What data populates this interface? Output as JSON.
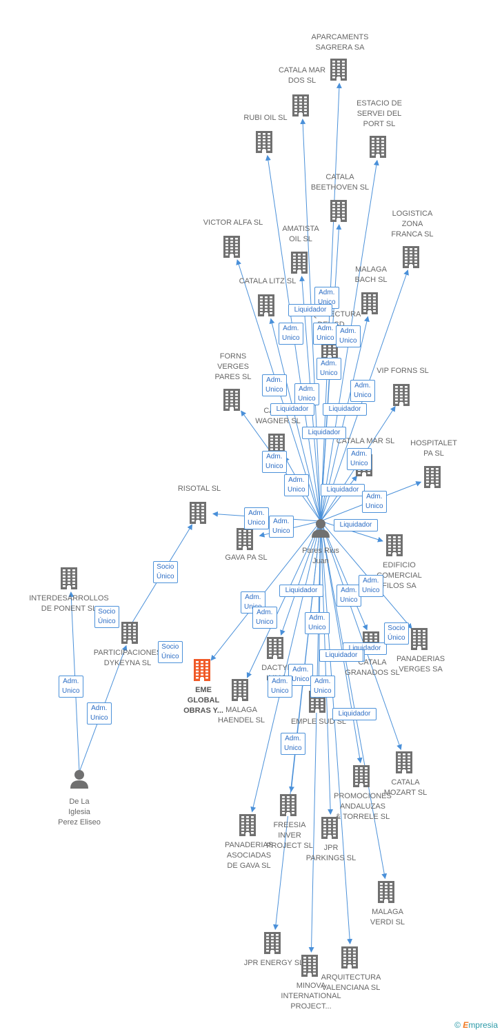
{
  "colors": {
    "edge": "#4a90d9",
    "building": "#707070",
    "focus": "#f05a28",
    "person": "#707070"
  },
  "nodes": [
    {
      "id": "pares",
      "label": "Pares Rius\nJuan",
      "kind": "person"
    },
    {
      "id": "delaiglesia",
      "label": "De La\nIglesia\nPerez Eliseo",
      "kind": "person"
    },
    {
      "id": "eme",
      "label": "EME\nGLOBAL\nOBRAS Y...",
      "kind": "focus"
    },
    {
      "id": "aparcaments",
      "label": "APARCAMENTS\nSAGRERA SA",
      "kind": "company"
    },
    {
      "id": "catalamardos",
      "label": "CATALA MAR\nDOS SL",
      "kind": "company"
    },
    {
      "id": "estacio",
      "label": "ESTACIO DE\nSERVEI DEL\nPORT  SL",
      "kind": "company"
    },
    {
      "id": "rubioil",
      "label": "RUBI OIL SL",
      "kind": "company"
    },
    {
      "id": "beethoven",
      "label": "CATALA\nBEETHOVEN SL",
      "kind": "company"
    },
    {
      "id": "logistica",
      "label": "LOGISTICA\nZONA\nFRANCA SL",
      "kind": "company"
    },
    {
      "id": "victoralfa",
      "label": "VICTOR ALFA SL",
      "kind": "company"
    },
    {
      "id": "amatista",
      "label": "AMATISTA\nOIL SL",
      "kind": "company"
    },
    {
      "id": "malagabach",
      "label": "MALAGA\nBACH SL",
      "kind": "company"
    },
    {
      "id": "catalalitz",
      "label": "CATALA LITZ SL",
      "kind": "company"
    },
    {
      "id": "arqsd",
      "label": "ARQUITECTURA\nDEL SD",
      "kind": "company"
    },
    {
      "id": "forns",
      "label": "FORNS\nVERGES\nPARES SL",
      "kind": "company"
    },
    {
      "id": "vipforns",
      "label": "VIP FORNS  SL",
      "kind": "company"
    },
    {
      "id": "wagner",
      "label": "CATALA\nWAGNER SL",
      "kind": "company"
    },
    {
      "id": "catalamar",
      "label": "CATALA MAR SL",
      "kind": "company"
    },
    {
      "id": "hospitalet",
      "label": "HOSPITALET\nPA  SL",
      "kind": "company"
    },
    {
      "id": "risotal",
      "label": "RISOTAL SL",
      "kind": "company"
    },
    {
      "id": "gavapa",
      "label": "GAVA PA  SL",
      "kind": "company"
    },
    {
      "id": "edificio",
      "label": "EDIFICIO\nCOMERCIAL\nFILOS SA",
      "kind": "company"
    },
    {
      "id": "interdes",
      "label": "INTERDESARROLLOS\nDE PONENT SL",
      "kind": "company"
    },
    {
      "id": "particip",
      "label": "PARTICIPACIONES\nDYKEYNA SL",
      "kind": "company"
    },
    {
      "id": "panverges",
      "label": "PANADERIAS\nVERGES SA",
      "kind": "company"
    },
    {
      "id": "dactyl",
      "label": "DACTYL\nIMMO",
      "kind": "company"
    },
    {
      "id": "granados",
      "label": "CATALA\nGRANADOS SL",
      "kind": "company"
    },
    {
      "id": "haendel",
      "label": "MALAGA\nHAENDEL SL",
      "kind": "company"
    },
    {
      "id": "emplesud",
      "label": "EMPLE SUD SL",
      "kind": "company"
    },
    {
      "id": "mozart",
      "label": "CATALA\nMOZART SL",
      "kind": "company"
    },
    {
      "id": "promociones",
      "label": "PROMOCIONES\nANDALUZAS\n& TORRELE SL",
      "kind": "company"
    },
    {
      "id": "freesia",
      "label": "FREESIA\nINVER\nPROJECT SL",
      "kind": "company"
    },
    {
      "id": "panasoc",
      "label": "PANADERIAS\nASOCIADAS\nDE GAVA  SL",
      "kind": "company"
    },
    {
      "id": "jprpark",
      "label": "JPR\nPARKINGS SL",
      "kind": "company"
    },
    {
      "id": "verdi",
      "label": "MALAGA\nVERDI SL",
      "kind": "company"
    },
    {
      "id": "jprenergy",
      "label": "JPR ENERGY SL",
      "kind": "company"
    },
    {
      "id": "minova",
      "label": "MINOVA\nINTERNATIONAL\nPROJECT...",
      "kind": "company"
    },
    {
      "id": "arqval",
      "label": "ARQUITECTURA\nVALENCIANA SL",
      "kind": "company"
    }
  ],
  "edges": [
    {
      "from": "pares",
      "to": "aparcaments"
    },
    {
      "from": "pares",
      "to": "catalamardos"
    },
    {
      "from": "pares",
      "to": "estacio"
    },
    {
      "from": "pares",
      "to": "rubioil"
    },
    {
      "from": "pares",
      "to": "beethoven"
    },
    {
      "from": "pares",
      "to": "logistica"
    },
    {
      "from": "pares",
      "to": "victoralfa"
    },
    {
      "from": "pares",
      "to": "amatista"
    },
    {
      "from": "pares",
      "to": "malagabach"
    },
    {
      "from": "pares",
      "to": "catalalitz"
    },
    {
      "from": "pares",
      "to": "arqsd"
    },
    {
      "from": "pares",
      "to": "forns"
    },
    {
      "from": "pares",
      "to": "vipforns"
    },
    {
      "from": "pares",
      "to": "wagner"
    },
    {
      "from": "pares",
      "to": "catalamar"
    },
    {
      "from": "pares",
      "to": "hospitalet"
    },
    {
      "from": "pares",
      "to": "risotal"
    },
    {
      "from": "pares",
      "to": "gavapa"
    },
    {
      "from": "pares",
      "to": "edificio"
    },
    {
      "from": "pares",
      "to": "eme"
    },
    {
      "from": "pares",
      "to": "panverges"
    },
    {
      "from": "pares",
      "to": "dactyl"
    },
    {
      "from": "pares",
      "to": "granados"
    },
    {
      "from": "pares",
      "to": "haendel"
    },
    {
      "from": "pares",
      "to": "emplesud"
    },
    {
      "from": "pares",
      "to": "mozart"
    },
    {
      "from": "pares",
      "to": "promociones"
    },
    {
      "from": "pares",
      "to": "freesia"
    },
    {
      "from": "pares",
      "to": "panasoc"
    },
    {
      "from": "pares",
      "to": "jprpark"
    },
    {
      "from": "pares",
      "to": "verdi"
    },
    {
      "from": "pares",
      "to": "jprenergy"
    },
    {
      "from": "pares",
      "to": "minova"
    },
    {
      "from": "pares",
      "to": "arqval"
    },
    {
      "from": "delaiglesia",
      "to": "interdes"
    },
    {
      "from": "delaiglesia",
      "to": "particip"
    },
    {
      "from": "particip",
      "to": "risotal"
    }
  ],
  "tags": [
    {
      "text": "Adm.\nUnico"
    },
    {
      "text": "Liquidador"
    },
    {
      "text": "Adm.\nUnico"
    },
    {
      "text": "Adm.\nUnico"
    },
    {
      "text": "Adm.\nUnico"
    },
    {
      "text": "Adm.\nUnico"
    },
    {
      "text": "Adm.\nUnico"
    },
    {
      "text": "Adm.\nUnico"
    },
    {
      "text": "Liquidador"
    },
    {
      "text": "Liquidador"
    },
    {
      "text": "Liquidador"
    },
    {
      "text": "Adm.\nUnico"
    },
    {
      "text": "Adm.\nUnico"
    },
    {
      "text": "Adm.\nUnico"
    },
    {
      "text": "Liquidador"
    },
    {
      "text": "Adm.\nUnico"
    },
    {
      "text": "Adm.\nUnico"
    },
    {
      "text": "Adm.\nUnico"
    },
    {
      "text": "Liquidador"
    },
    {
      "text": "Adm.\nUnico"
    },
    {
      "text": "Adm.\nUnico"
    },
    {
      "text": "Liquidador"
    },
    {
      "text": "Adm.\nUnico"
    },
    {
      "text": "Adm.\nUnico"
    },
    {
      "text": "Socio\nÚnico"
    },
    {
      "text": "Adm.\nUnico"
    },
    {
      "text": "Liquidador"
    },
    {
      "text": "Liquidador"
    },
    {
      "text": "Adm.\nUnico"
    },
    {
      "text": "Adm.\nUnico"
    },
    {
      "text": "Adm.\nUnico"
    },
    {
      "text": "Liquidador"
    },
    {
      "text": "Adm.\nUnico"
    },
    {
      "text": "Adm.\nUnico"
    },
    {
      "text": "Liquidador"
    },
    {
      "text": "Socio\nÚnico"
    },
    {
      "text": "Socio\nÚnico"
    },
    {
      "text": "Socio\nÚnico"
    },
    {
      "text": "Adm.\nUnico"
    },
    {
      "text": "Adm.\nUnico"
    }
  ],
  "footer": {
    "copyright": "©",
    "brand_e": "E",
    "brand_rest": "mpresia"
  }
}
